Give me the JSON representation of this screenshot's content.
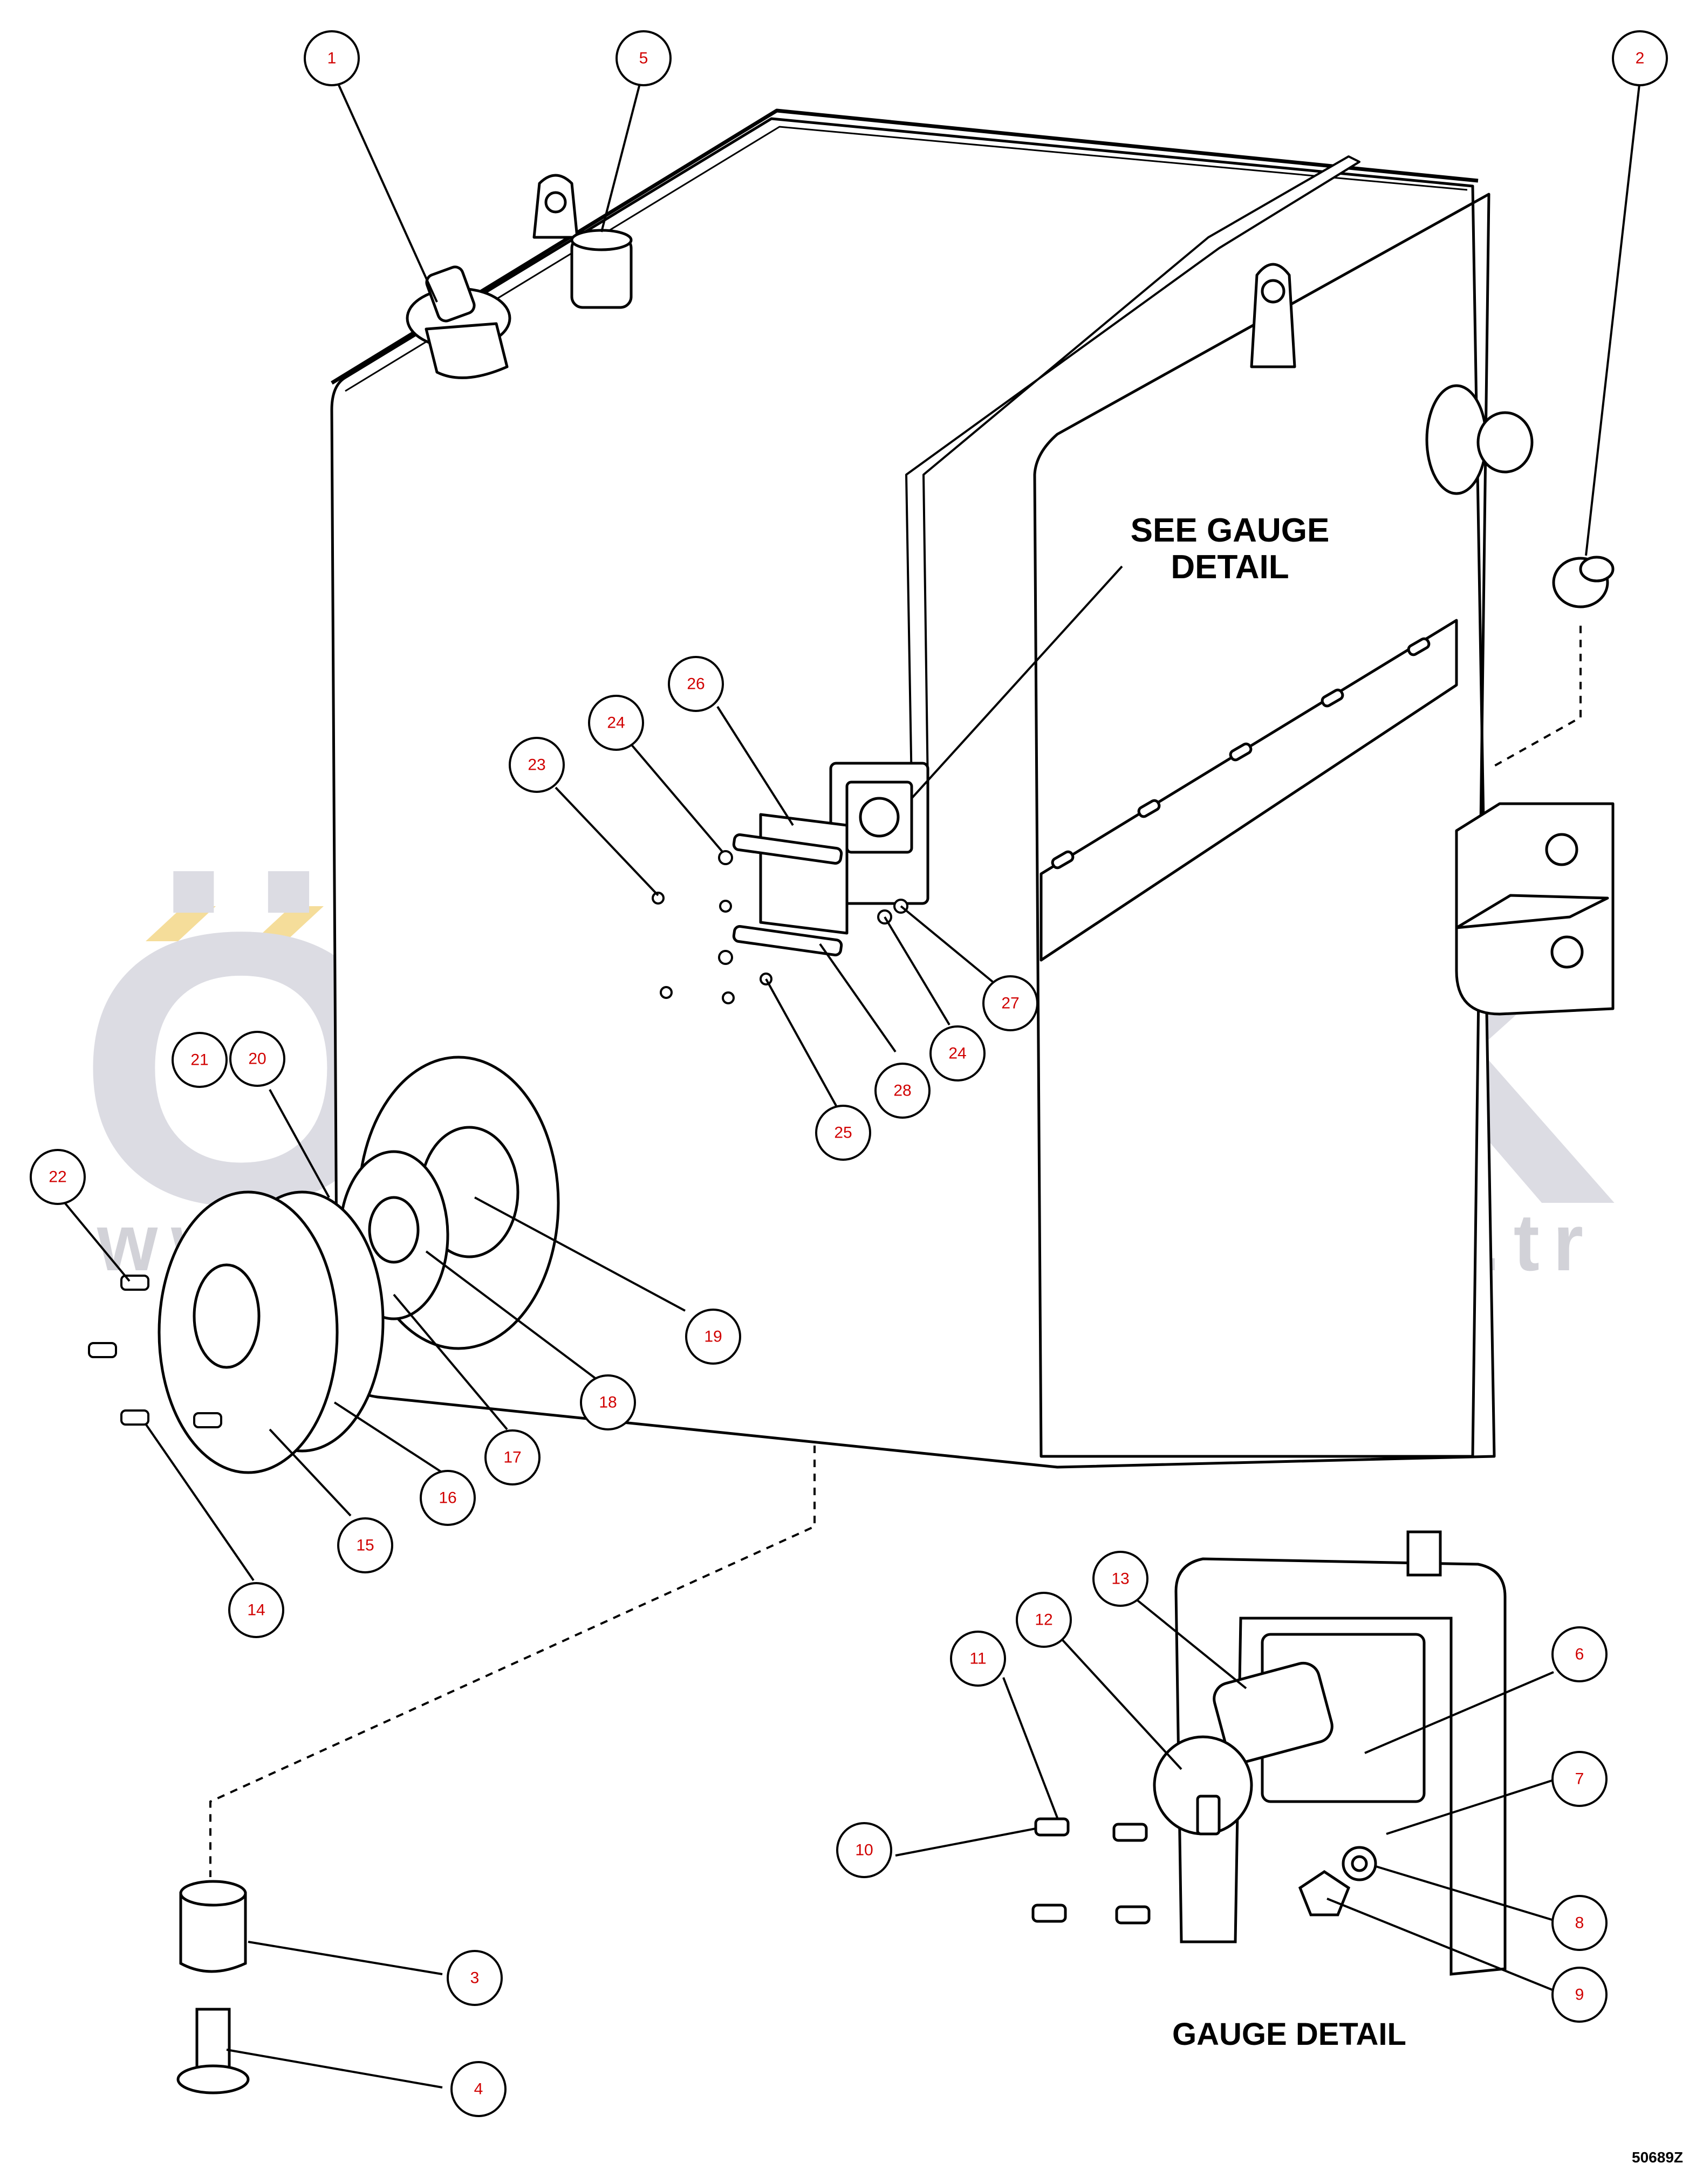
{
  "watermark": {
    "brand": "ÖRNEK",
    "url": "www.ornekismakinalari.com.tr"
  },
  "labels": {
    "see_gauge_detail_line1": "SEE GAUGE",
    "see_gauge_detail_line2": "DETAIL",
    "gauge_detail": "GAUGE DETAIL",
    "drawing_number": "50689Z"
  },
  "callouts": [
    "1",
    "2",
    "3",
    "4",
    "5",
    "6",
    "7",
    "8",
    "9",
    "10",
    "11",
    "12",
    "13",
    "14",
    "15",
    "16",
    "17",
    "18",
    "19",
    "20",
    "21",
    "22",
    "23",
    "24",
    "24",
    "25",
    "26",
    "27",
    "28"
  ],
  "colors": {
    "line": "#000000",
    "callout_text": "#d10000",
    "watermark": "#dcdce3",
    "watermark_accent": "#f5dd9a"
  }
}
